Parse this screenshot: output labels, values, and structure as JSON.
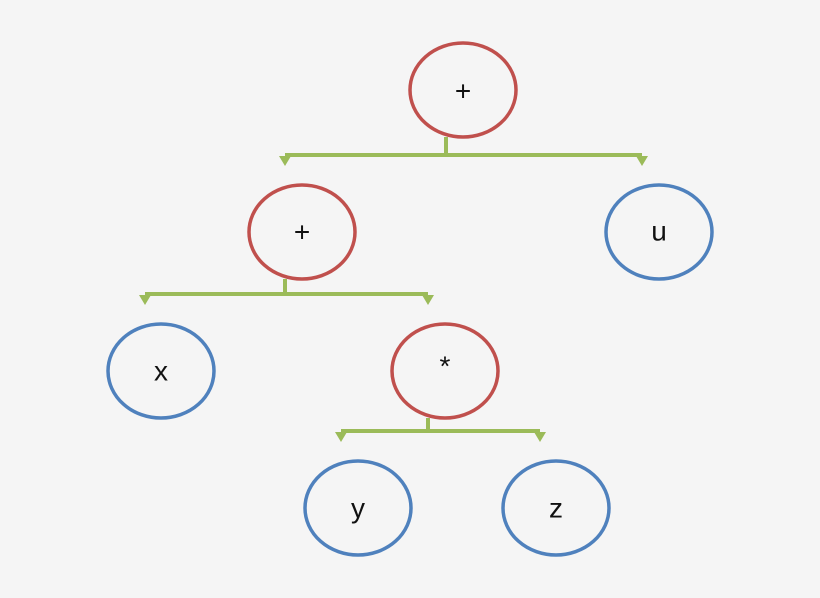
{
  "diagram": {
    "type": "expression-tree",
    "colors": {
      "background": "#f5f5f5",
      "operator_stroke": "#c0504d",
      "operand_stroke": "#4f81bd",
      "edge": "#9bbb59",
      "label": "#111111"
    },
    "nodes": [
      {
        "id": "root",
        "label": "+",
        "kind": "operator"
      },
      {
        "id": "plus",
        "label": "+",
        "kind": "operator"
      },
      {
        "id": "u",
        "label": "u",
        "kind": "operand"
      },
      {
        "id": "x",
        "label": "x",
        "kind": "operand"
      },
      {
        "id": "mul",
        "label": "*",
        "kind": "operator"
      },
      {
        "id": "y",
        "label": "y",
        "kind": "operand"
      },
      {
        "id": "z",
        "label": "z",
        "kind": "operand"
      }
    ],
    "edges": [
      {
        "from": "root",
        "to": "plus"
      },
      {
        "from": "root",
        "to": "u"
      },
      {
        "from": "plus",
        "to": "x"
      },
      {
        "from": "plus",
        "to": "mul"
      },
      {
        "from": "mul",
        "to": "y"
      },
      {
        "from": "mul",
        "to": "z"
      }
    ]
  }
}
